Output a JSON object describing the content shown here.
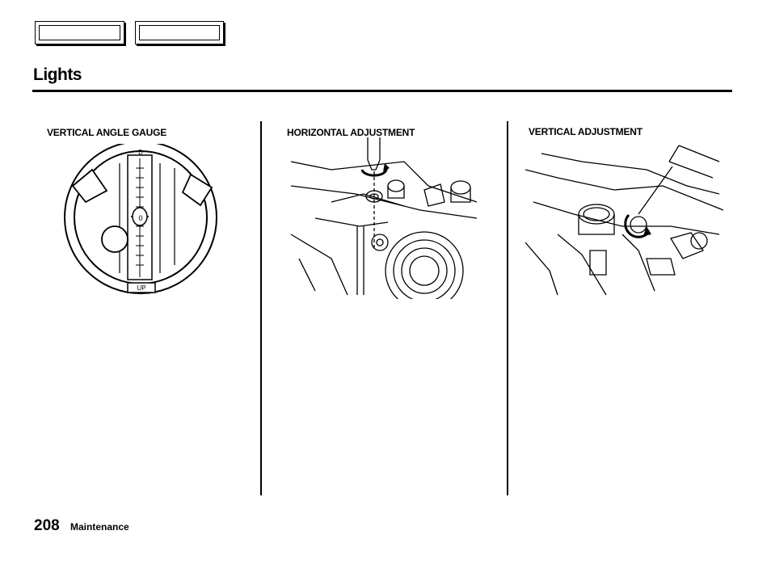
{
  "header": {
    "title": "Lights"
  },
  "figures": [
    {
      "caption": "VERTICAL ANGLE GAUGE",
      "marks": {
        "top": "D",
        "bottom": "UP",
        "bubble": "0"
      }
    },
    {
      "caption": "HORIZONTAL  ADJUSTMENT"
    },
    {
      "caption": "VERTICAL  ADJUSTMENT"
    }
  ],
  "footer": {
    "page_number": "208",
    "section": "Maintenance"
  },
  "colors": {
    "ink": "#000000",
    "paper": "#ffffff"
  }
}
